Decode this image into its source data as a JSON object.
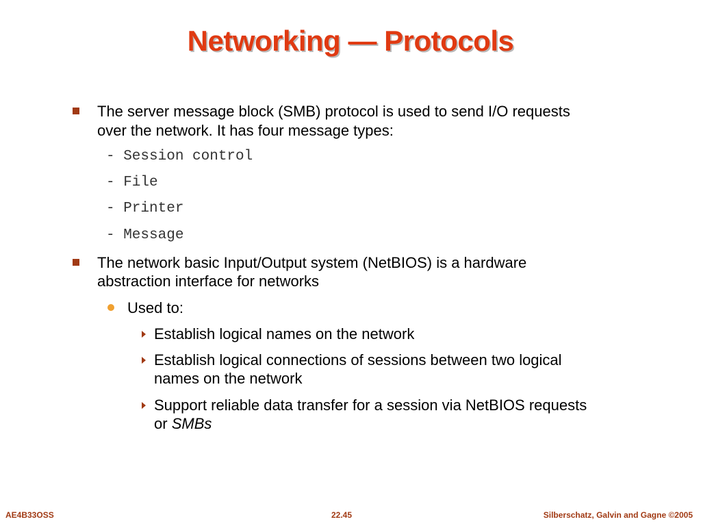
{
  "slide": {
    "title": "Networking — Protocols",
    "bullets": [
      {
        "line1": "The server message block (SMB) protocol is used to send I/O requests",
        "line2": "over the network.  It has four message types:",
        "items": [
          "- Session control",
          "- File",
          "- Printer",
          "- Message"
        ]
      },
      {
        "line1": "The network basic Input/Output system (NetBIOS) is a hardware",
        "line2": "abstraction interface for networks",
        "sub": {
          "label": "Used to:",
          "items": [
            {
              "line1": "Establish logical names on the network"
            },
            {
              "line1": "Establish logical connections of sessions between two logical",
              "line2": "names on the network"
            },
            {
              "line1": "Support reliable data transfer for a session via NetBIOS requests",
              "line2_prefix": "or ",
              "line2_emph": "SMBs"
            }
          ]
        }
      }
    ]
  },
  "footer": {
    "left": "AE4B33OSS",
    "center": "22.45",
    "right": "Silberschatz, Galvin and Gagne ©2005"
  },
  "colors": {
    "title": "#e03a12",
    "bullet": "#a13a14",
    "sub_bullet": "#f0a030",
    "footer_text": "#a13a14"
  }
}
